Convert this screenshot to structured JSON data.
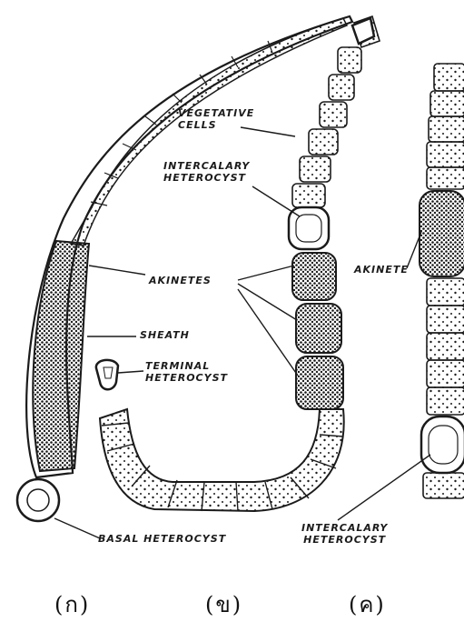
{
  "labels": {
    "vegetative_cells": "VEGETATIVE\nCELLS",
    "intercalary_heterocyst_b": "INTERCALARY\nHETEROCYST",
    "akinetes": "AKINETES",
    "sheath": "SHEATH",
    "terminal_heterocyst": "TERMINAL\nHETEROCYST",
    "basal_heterocyst": "BASAL HETEROCYST",
    "akinete": "AKINETE",
    "intercalary_heterocyst_c": "INTERCALARY\nHETEROCYST"
  },
  "captions": {
    "a": "(ก)",
    "b": "(ข)",
    "c": "(ค)"
  },
  "colors": {
    "ink": "#1b1b1b",
    "paper": "#ffffff"
  }
}
